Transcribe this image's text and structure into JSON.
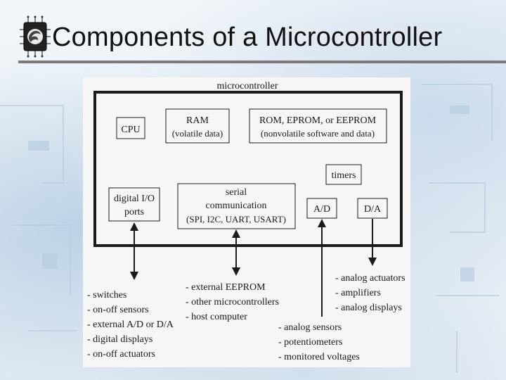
{
  "slide": {
    "title": "Components of a Microcontroller"
  },
  "icons": {
    "logo": "chip-logo-icon"
  },
  "colors": {
    "ink": "#1a1a1a",
    "rule": "#7a7a7a",
    "panel": "#f6f6f6"
  },
  "diagram": {
    "container_label": "microcontroller",
    "cpu": "CPU",
    "ram": [
      "RAM",
      "(volatile data)"
    ],
    "rom": [
      "ROM, EPROM, or EEPROM",
      "(nonvolatile software and data)"
    ],
    "timers": "timers",
    "digital_io": [
      "digital I/O",
      "ports"
    ],
    "serial": [
      "serial",
      "communication",
      "(SPI, I2C, UART, USART)"
    ],
    "ad": "A/D",
    "da": "D/A",
    "list_digital": [
      "- switches",
      "- on-off sensors",
      "- external A/D or D/A",
      "- digital displays",
      "- on-off actuators"
    ],
    "list_serial": [
      "- external EEPROM",
      "- other microcontrollers",
      "- host computer"
    ],
    "list_ad": [
      "- analog sensors",
      "- potentiometers",
      "- monitored voltages"
    ],
    "list_da": [
      "- analog actuators",
      "- amplifiers",
      "- analog displays"
    ]
  }
}
